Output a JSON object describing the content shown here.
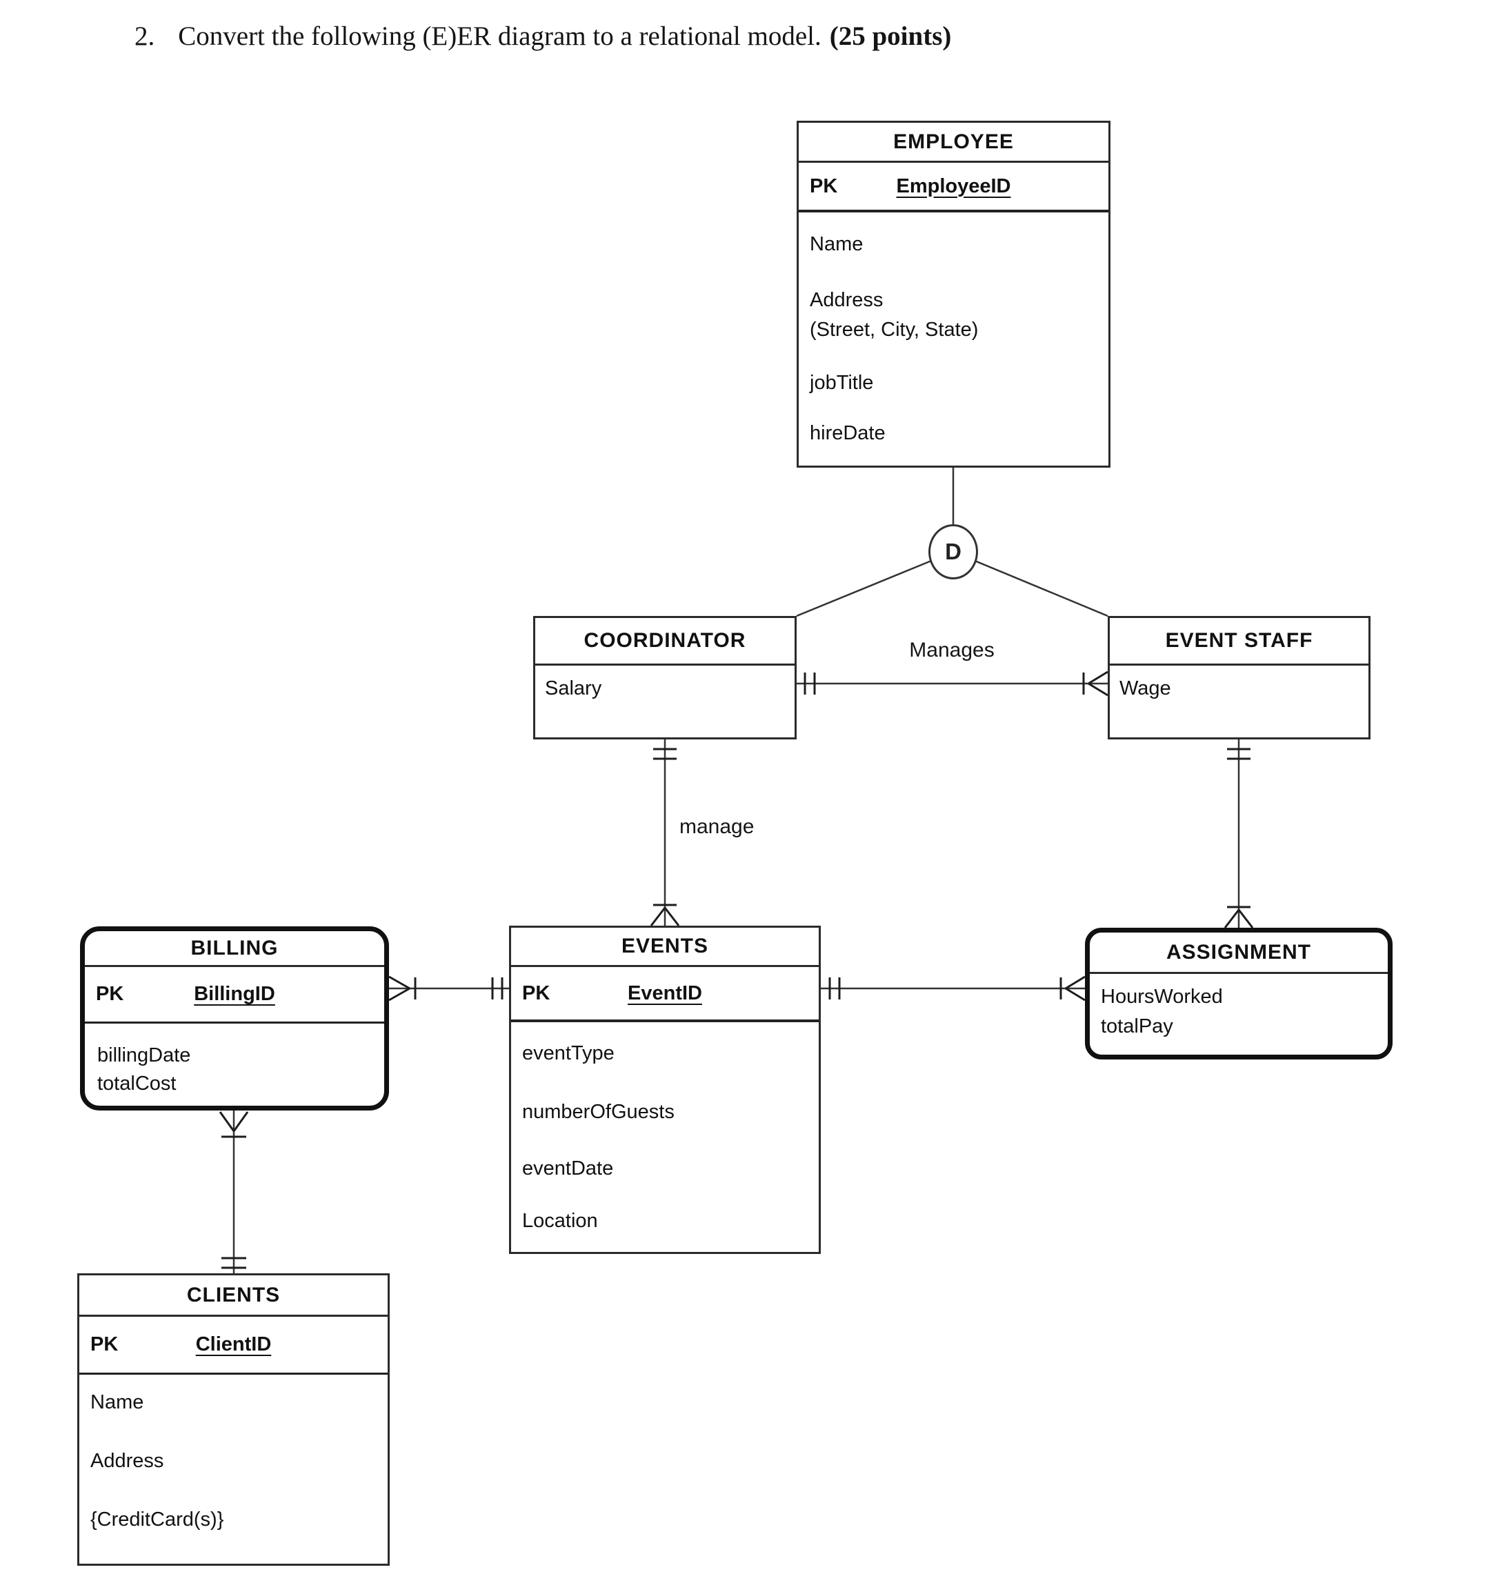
{
  "page": {
    "heading_number": "2.",
    "heading_text": "Convert the following (E)ER diagram to a relational model.",
    "heading_points": "(25 points)"
  },
  "entities": {
    "employee": {
      "title": "EMPLOYEE",
      "pk_label": "PK",
      "pk_attribute": "EmployeeID",
      "attributes": [
        "Name",
        "Address",
        "(Street, City, State)",
        "jobTitle",
        "hireDate"
      ]
    },
    "coordinator": {
      "title": "COORDINATOR",
      "attributes": [
        "Salary"
      ]
    },
    "event_staff": {
      "title": "EVENT STAFF",
      "attributes": [
        "Wage"
      ]
    },
    "billing": {
      "title": "BILLING",
      "pk_label": "PK",
      "pk_attribute": "BillingID",
      "attributes": [
        "billingDate",
        "totalCost"
      ]
    },
    "events": {
      "title": "EVENTS",
      "pk_label": "PK",
      "pk_attribute": "EventID",
      "attributes": [
        "eventType",
        "numberOfGuests",
        "eventDate",
        "Location"
      ]
    },
    "assignment": {
      "title": "ASSIGNMENT",
      "attributes": [
        "HoursWorked",
        "totalPay"
      ]
    },
    "clients": {
      "title": "CLIENTS",
      "pk_label": "PK",
      "pk_attribute": "ClientID",
      "attributes": [
        "Name",
        "Address",
        "{CreditCard(s)}"
      ]
    }
  },
  "relationships": {
    "manages_label": "Manages",
    "manage_label": "manage",
    "disjoint_label": "D"
  },
  "colors": {
    "line": "#333333",
    "mark": "#1d1d1d",
    "border": "#2b2b2b",
    "emphasis_border": "#111111"
  }
}
